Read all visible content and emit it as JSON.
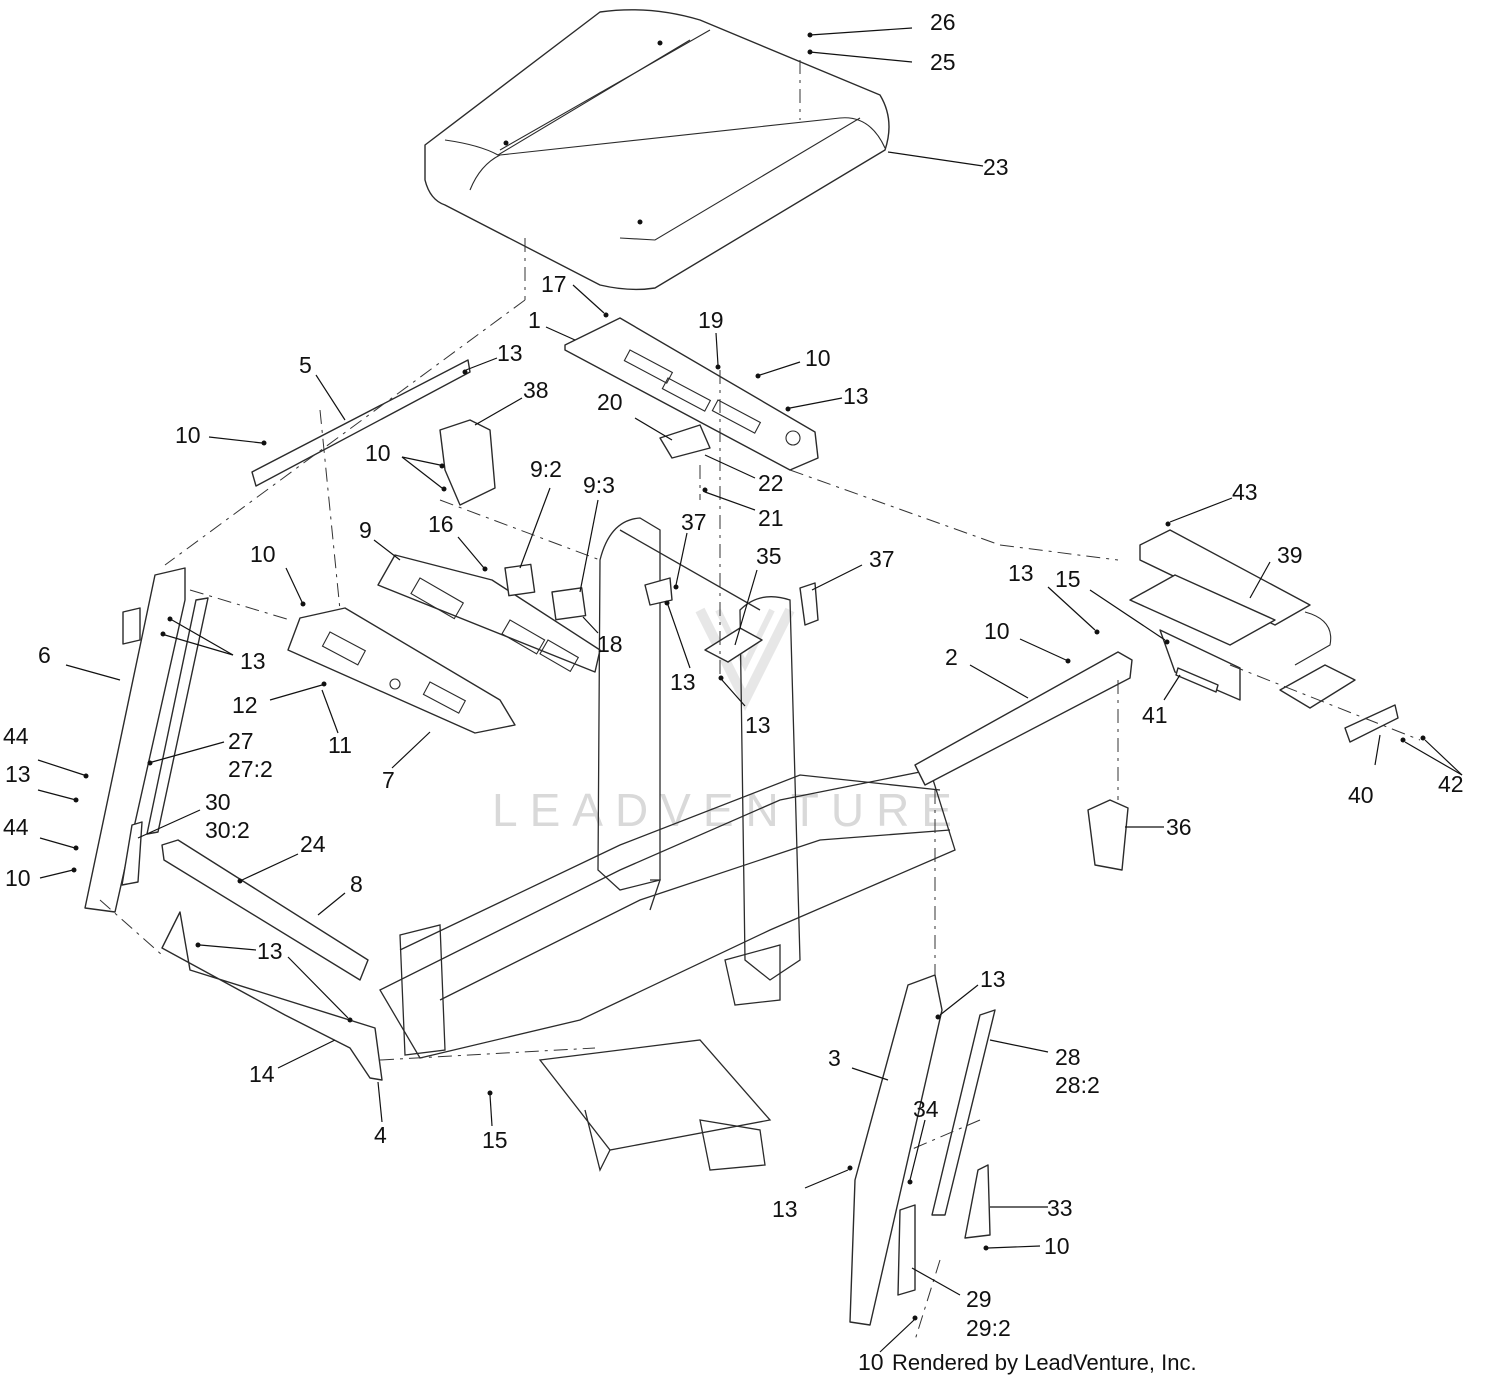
{
  "diagram": {
    "credit": "Rendered by LeadVenture, Inc.",
    "watermark": "LEADVENTURE",
    "callouts": [
      {
        "id": "c26",
        "label": "26"
      },
      {
        "id": "c25",
        "label": "25"
      },
      {
        "id": "c23",
        "label": "23"
      },
      {
        "id": "c17",
        "label": "17"
      },
      {
        "id": "c1",
        "label": "1"
      },
      {
        "id": "c19",
        "label": "19"
      },
      {
        "id": "c10a",
        "label": "10"
      },
      {
        "id": "c13a",
        "label": "13"
      },
      {
        "id": "c20",
        "label": "20"
      },
      {
        "id": "c22",
        "label": "22"
      },
      {
        "id": "c21",
        "label": "21"
      },
      {
        "id": "c5",
        "label": "5"
      },
      {
        "id": "c13b",
        "label": "13"
      },
      {
        "id": "c38",
        "label": "38"
      },
      {
        "id": "c10b",
        "label": "10"
      },
      {
        "id": "c10c",
        "label": "10"
      },
      {
        "id": "c9_2",
        "label": "9:2"
      },
      {
        "id": "c9_3",
        "label": "9:3"
      },
      {
        "id": "c9",
        "label": "9"
      },
      {
        "id": "c16",
        "label": "16"
      },
      {
        "id": "c37a",
        "label": "37"
      },
      {
        "id": "c35",
        "label": "35"
      },
      {
        "id": "c37b",
        "label": "37"
      },
      {
        "id": "c43",
        "label": "43"
      },
      {
        "id": "c39",
        "label": "39"
      },
      {
        "id": "c13c",
        "label": "13"
      },
      {
        "id": "c15a",
        "label": "15"
      },
      {
        "id": "c10d",
        "label": "10"
      },
      {
        "id": "c18",
        "label": "18"
      },
      {
        "id": "c13d",
        "label": "13"
      },
      {
        "id": "c13e",
        "label": "13"
      },
      {
        "id": "c2",
        "label": "2"
      },
      {
        "id": "c41",
        "label": "41"
      },
      {
        "id": "c40",
        "label": "40"
      },
      {
        "id": "c42",
        "label": "42"
      },
      {
        "id": "c10e",
        "label": "10"
      },
      {
        "id": "c6",
        "label": "6"
      },
      {
        "id": "c13f",
        "label": "13"
      },
      {
        "id": "c12",
        "label": "12"
      },
      {
        "id": "c11",
        "label": "11"
      },
      {
        "id": "c7",
        "label": "7"
      },
      {
        "id": "c44a",
        "label": "44"
      },
      {
        "id": "c27",
        "label": "27"
      },
      {
        "id": "c27_2",
        "label": "27:2"
      },
      {
        "id": "c13g",
        "label": "13"
      },
      {
        "id": "c30",
        "label": "30"
      },
      {
        "id": "c30_2",
        "label": "30:2"
      },
      {
        "id": "c44b",
        "label": "44"
      },
      {
        "id": "c24",
        "label": "24"
      },
      {
        "id": "c10f",
        "label": "10"
      },
      {
        "id": "c8",
        "label": "8"
      },
      {
        "id": "c36",
        "label": "36"
      },
      {
        "id": "c13h",
        "label": "13"
      },
      {
        "id": "c13i",
        "label": "13"
      },
      {
        "id": "c28",
        "label": "28"
      },
      {
        "id": "c28_2",
        "label": "28:2"
      },
      {
        "id": "c3",
        "label": "3"
      },
      {
        "id": "c14",
        "label": "14"
      },
      {
        "id": "c4",
        "label": "4"
      },
      {
        "id": "c15b",
        "label": "15"
      },
      {
        "id": "c34",
        "label": "34"
      },
      {
        "id": "c33",
        "label": "33"
      },
      {
        "id": "c13j",
        "label": "13"
      },
      {
        "id": "c10g",
        "label": "10"
      },
      {
        "id": "c29",
        "label": "29"
      },
      {
        "id": "c29_2",
        "label": "29:2"
      },
      {
        "id": "c10h",
        "label": "10"
      }
    ]
  }
}
